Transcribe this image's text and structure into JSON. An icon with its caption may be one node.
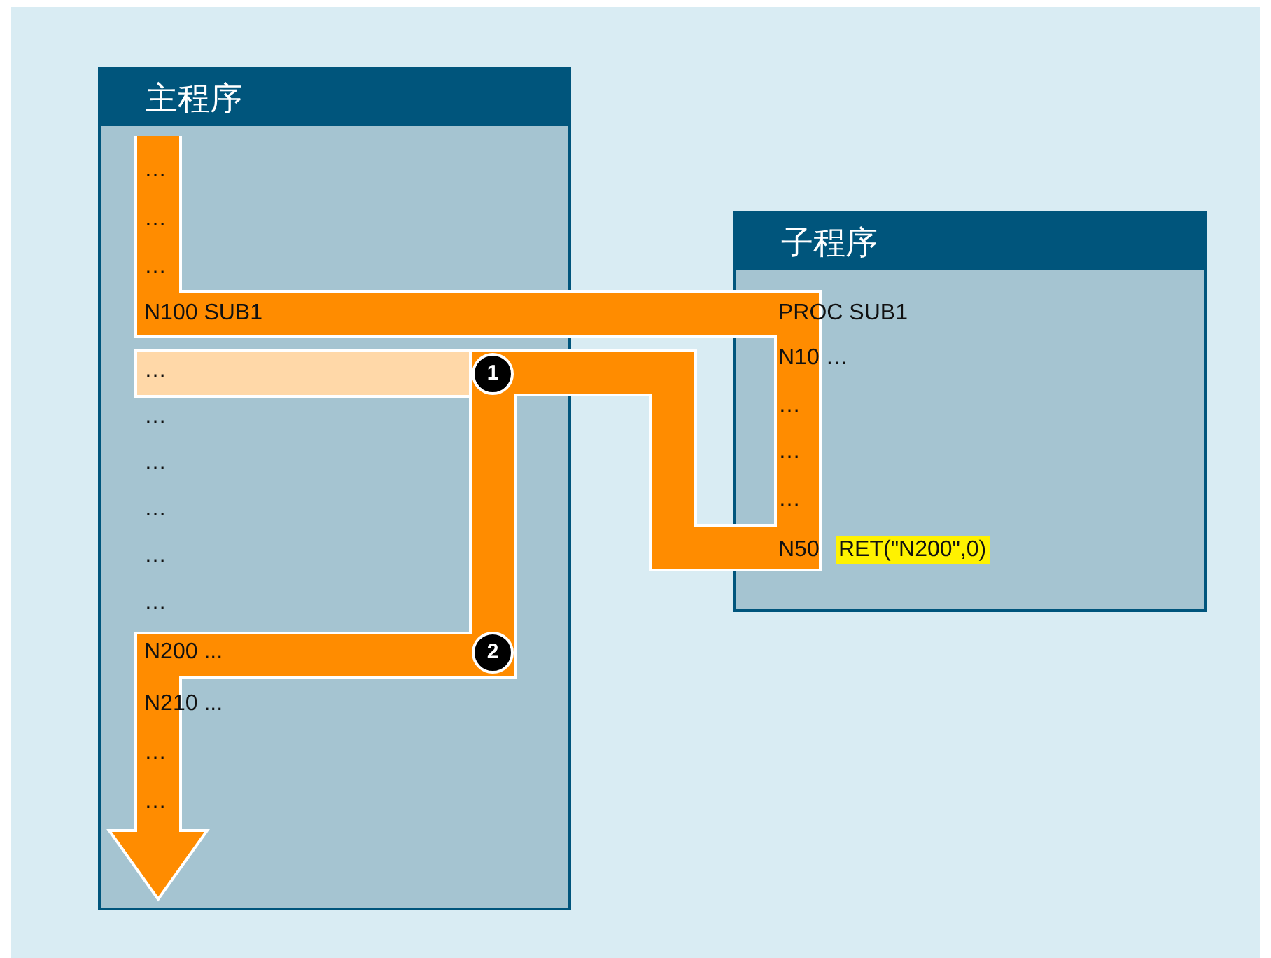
{
  "diagram": {
    "nodes": [
      {
        "text": [
          "主程序"
        ]
      },
      {
        "text": [
          "子程序"
        ]
      }
    ],
    "labels": [
      "…",
      "…",
      "…",
      "N100 SUB1",
      "…",
      "…",
      "…",
      "…",
      "…",
      "…",
      "N200 ...",
      "N210 ...",
      "…",
      "…",
      "PROC SUB1",
      "N10 …",
      "…",
      "…",
      "…",
      "N50",
      "RET(\"N200\",0)",
      "1",
      "2"
    ]
  }
}
